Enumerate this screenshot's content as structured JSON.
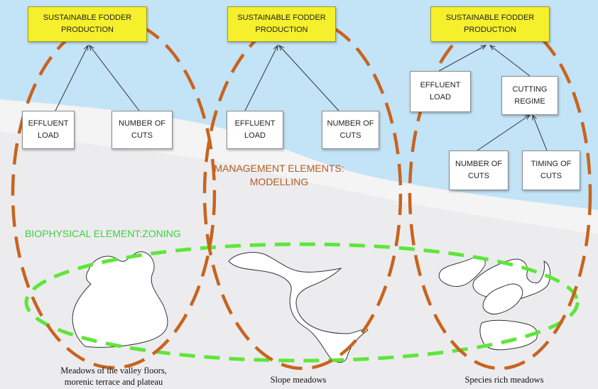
{
  "colors": {
    "goal_fill": "#f5f02b",
    "management_ring": "#c8641e",
    "zoning_ring": "#5ee63a",
    "sky": "#c3e3f7"
  },
  "columns": [
    {
      "goal": "SUSTAINABLE FODDER\nPRODUCTION",
      "nodes": [
        "EFFLUENT\nLOAD",
        "NUMBER OF\nCUTS"
      ]
    },
    {
      "goal": "SUSTAINABLE FODDER\nPRODUCTION",
      "nodes": [
        "EFFLUENT\nLOAD",
        "NUMBER OF\nCUTS"
      ]
    },
    {
      "goal": "SUSTAINABLE FODDER\nPRODUCTION",
      "nodes": [
        "EFFLUENT\nLOAD",
        "CUTTING\nREGIME",
        "NUMBER OF\nCUTS",
        "TIMING OF\nCUTS"
      ]
    }
  ],
  "labels": {
    "management": "MANAGEMENT ELEMENTS:\nMODELLING",
    "zoning": "BIOPHYSICAL ELEMENT:ZONING"
  },
  "captions": [
    "Meadows of the valley floors,\nmorenic terrace and plateau",
    "Slope meadows",
    "Species rich meadows"
  ]
}
